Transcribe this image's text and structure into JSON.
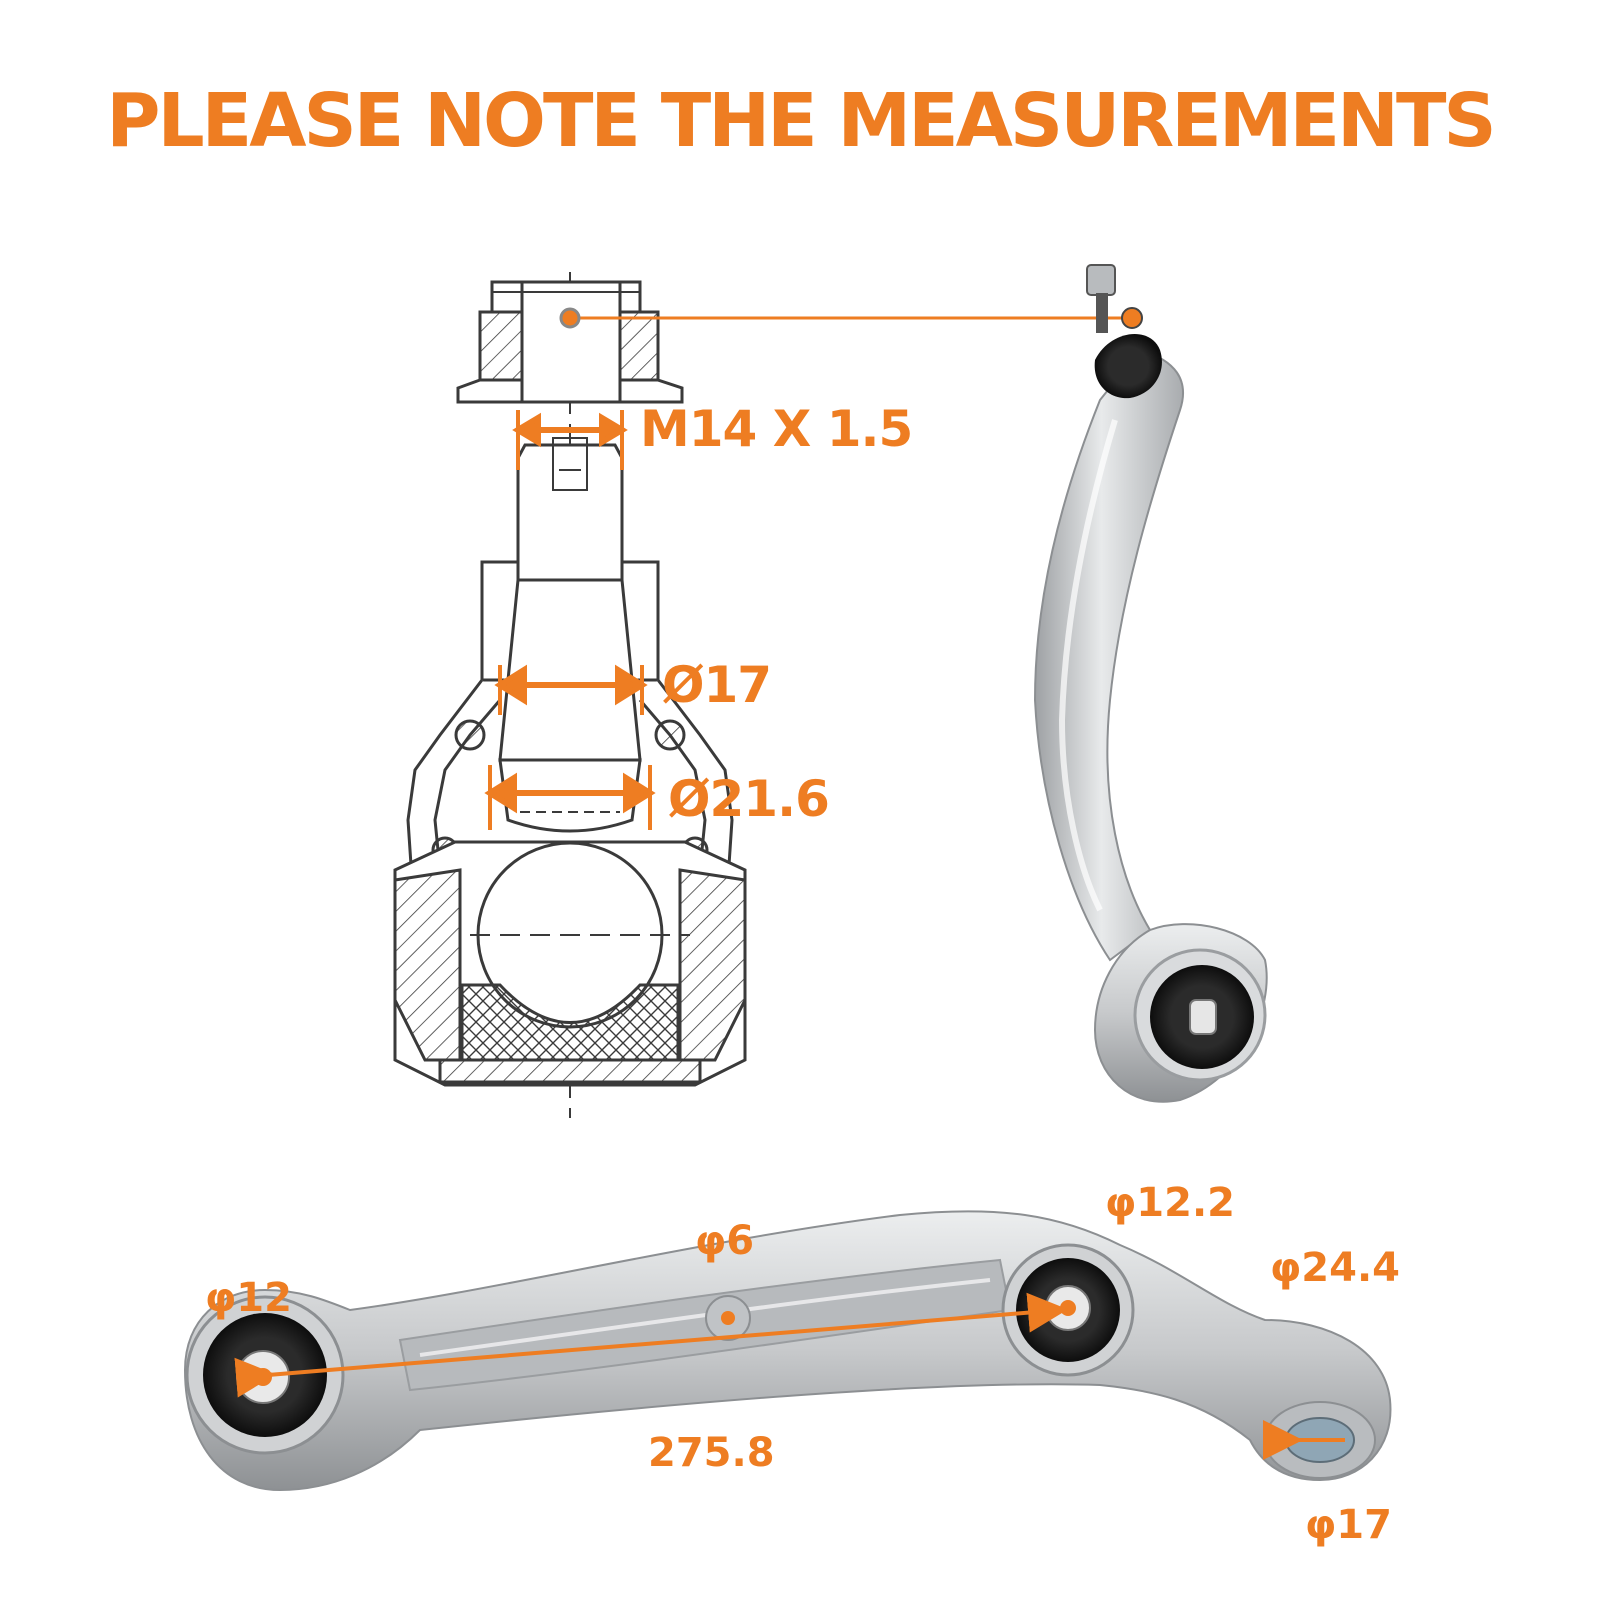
{
  "title": "PLEASE NOTE THE  MEASUREMENTS",
  "colors": {
    "accent": "#ee7d22",
    "line": "#3a3a3a",
    "metal": "#c9cbcc"
  },
  "ball_joint_labels": {
    "thread": "M14 X 1.5",
    "taper_small": "Ø17",
    "taper_large": "Ø21.6"
  },
  "arm_labels": {
    "left_bushing": "φ12",
    "center_hole": "φ6",
    "mid_bushing": "φ12.2",
    "right_eye_outer": "φ24.4",
    "right_eye_inner": "φ17",
    "length": "275.8"
  }
}
